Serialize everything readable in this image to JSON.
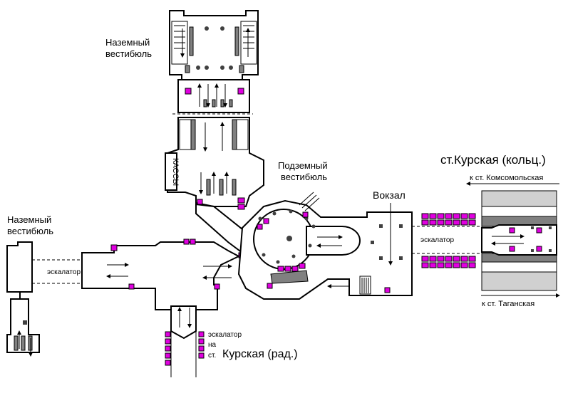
{
  "labels": {
    "ground_vestibule_top": [
      "Наземный",
      "вестибюль"
    ],
    "ground_vestibule_left": [
      "Наземный",
      "вестибюль"
    ],
    "underground_vestibule": [
      "Подземный",
      "вестибюль"
    ],
    "kassy": "КАССЫ",
    "vokzal": "Вокзал",
    "escalator_left": "эскалатор",
    "escalator_right": "эскалатор",
    "escalator_bottom": [
      "эскалатор",
      "на",
      "ст."
    ],
    "kurskaya_rad": "Курская (рад.)",
    "kurskaya_ring": "ст.Курская (кольц.)",
    "to_komsomolskaya": "к ст. Комсомольская",
    "to_taganskaya": "к ст. Таганская"
  },
  "colors": {
    "accent": "#e000e0",
    "escalator": "#808080",
    "wall": "#000000"
  }
}
